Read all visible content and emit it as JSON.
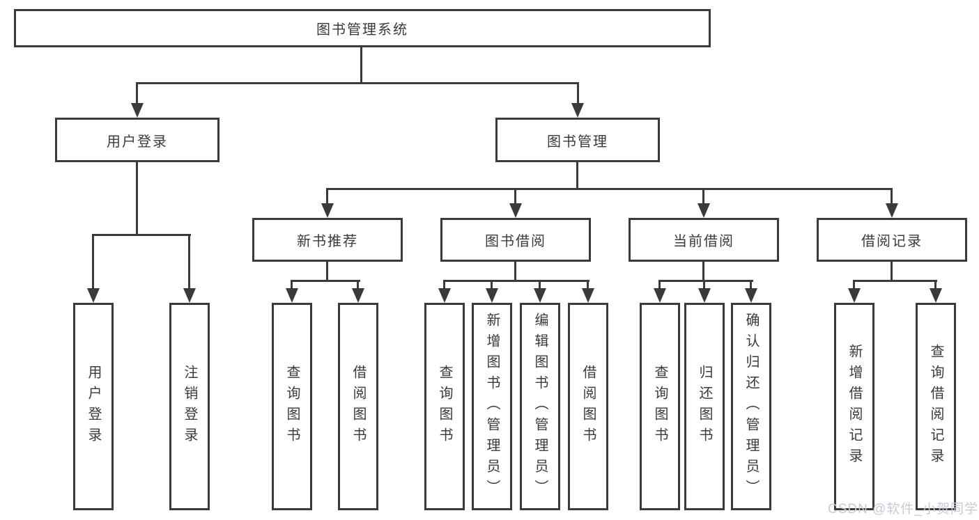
{
  "diagram": {
    "root": {
      "label": "图书管理系统"
    },
    "branches": [
      {
        "label": "用户登录",
        "children": [
          {
            "label": "用户登录"
          },
          {
            "label": "注销登录"
          }
        ]
      },
      {
        "label": "图书管理",
        "children": [
          {
            "label": "新书推荐",
            "children": [
              {
                "label": "查询图书"
              },
              {
                "label": "借阅图书"
              }
            ]
          },
          {
            "label": "图书借阅",
            "children": [
              {
                "label": "查询图书"
              },
              {
                "label": "新增图书（管理员）"
              },
              {
                "label": "编辑图书（管理员）"
              },
              {
                "label": "借阅图书"
              }
            ]
          },
          {
            "label": "当前借阅",
            "children": [
              {
                "label": "查询图书"
              },
              {
                "label": "归还图书"
              },
              {
                "label": "确认归还（管理员）"
              }
            ]
          },
          {
            "label": "借阅记录",
            "children": [
              {
                "label": "新增借阅记录"
              },
              {
                "label": "查询借阅记录"
              }
            ]
          }
        ]
      }
    ]
  },
  "watermark": {
    "text": "CSDN @软件_小贺同学"
  },
  "colors": {
    "line": "#3a3a3e",
    "text": "#3a3a3e",
    "watermark": "#c7cbd4",
    "background": "#ffffff"
  }
}
